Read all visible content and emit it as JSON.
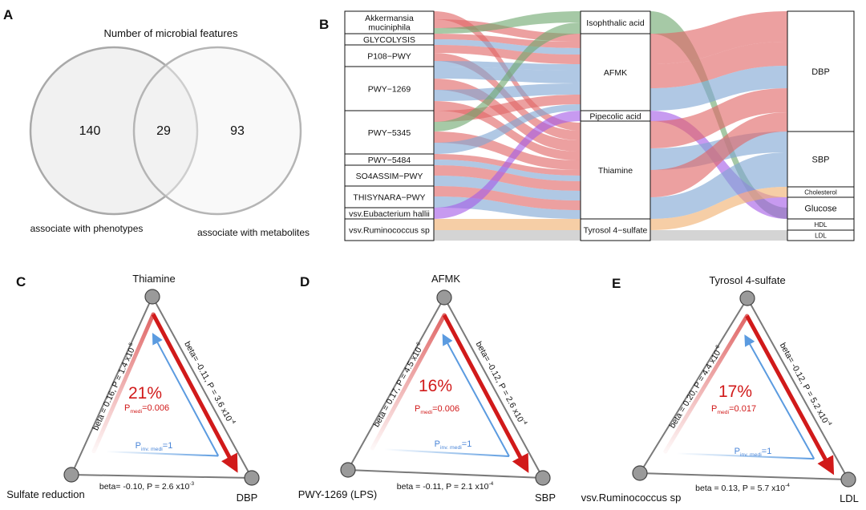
{
  "panel_letters": {
    "a": "A",
    "b": "B",
    "c": "C",
    "d": "D",
    "e": "E"
  },
  "venn": {
    "title": "Number of microbial features",
    "left_only": "140",
    "overlap": "29",
    "right_only": "93",
    "left_label": "associate with phenotypes",
    "right_label": "associate with metabolites"
  },
  "sankey": {
    "left_nodes": [
      "Akkermansia muciniphila",
      "GLYCOLYSIS",
      "P108−PWY",
      "PWY−1269",
      "PWY−5345",
      "PWY−5484",
      "SO4ASSIM−PWY",
      "THISYNARA−PWY",
      "vsv.Eubacterium hallii",
      "vsv.Ruminococcus sp"
    ],
    "left_node_lines": [
      [
        "Akkermansia",
        "muciniphila"
      ],
      [
        "GLYCOLYSIS"
      ],
      [
        "P108−PWY"
      ],
      [
        "PWY−1269"
      ],
      [
        "PWY−5345"
      ],
      [
        "PWY−5484"
      ],
      [
        "SO4ASSIM−PWY"
      ],
      [
        "THISYNARA−PWY"
      ],
      [
        "vsv.Eubacterium hallii"
      ],
      [
        "vsv.Ruminococcus sp"
      ]
    ],
    "middle_nodes": [
      "Isophthalic acid",
      "AFMK",
      "Pipecolic acid",
      "Thiamine",
      "Tyrosol 4−sulfate"
    ],
    "right_nodes": [
      "DBP",
      "SBP",
      "Cholesterol",
      "Glucose",
      "HDL",
      "LDL"
    ],
    "link_colors": {
      "red": "#e06666",
      "blue": "#7fa6d4",
      "green": "#6fa86f",
      "purple": "#a45ce6",
      "orange": "#f0b070",
      "grey": "#cfcfcf"
    }
  },
  "triangles": [
    {
      "top": "Thiamine",
      "left": "Sulfate reduction",
      "right": "DBP",
      "left_edge": {
        "beta": "beta = 0.16, P = 1.4 x10",
        "exp": "-5"
      },
      "right_edge": {
        "beta": "beta= -0.11, P = 3.6 x10",
        "exp": "-4"
      },
      "bottom_edge": {
        "beta": "beta= -0.10, P = 2.6 x10",
        "exp": "-3"
      },
      "percent": "21%",
      "p_medi": {
        "label": "P",
        "sub": "medi",
        "value": "=0.006"
      },
      "p_inv": {
        "label": "P",
        "sub": "inv. medi",
        "value": "=1"
      }
    },
    {
      "top": "AFMK",
      "left": "PWY-1269 (LPS)",
      "right": "SBP",
      "left_edge": {
        "beta": "beta = 0.17, P = 4.5 x10",
        "exp": "-6"
      },
      "right_edge": {
        "beta": "beta= -0.12, P = 2.6 x10",
        "exp": "-4"
      },
      "bottom_edge": {
        "beta": "beta = -0.11, P = 2.1 x10",
        "exp": "-4"
      },
      "percent": "16%",
      "p_medi": {
        "label": "P",
        "sub": "medi",
        "value": "=0.006"
      },
      "p_inv": {
        "label": "P",
        "sub": "inv. medi",
        "value": "=1"
      }
    },
    {
      "top": "Tyrosol 4-sulfate",
      "left": "vsv.Ruminococcus sp",
      "right": "LDL",
      "left_edge": {
        "beta": "beta = 0.20, P = 4.4 x10",
        "exp": "-6"
      },
      "right_edge": {
        "beta": "beta= -0.12, P = 5.2 x10",
        "exp": "-4"
      },
      "bottom_edge": {
        "beta": "beta = 0.13, P = 5.7 x10",
        "exp": "-4"
      },
      "percent": "17%",
      "p_medi": {
        "label": "P",
        "sub": "medi",
        "value": "=0.017"
      },
      "p_inv": {
        "label": "P",
        "sub": "inv. medi",
        "value": "=1"
      }
    }
  ]
}
